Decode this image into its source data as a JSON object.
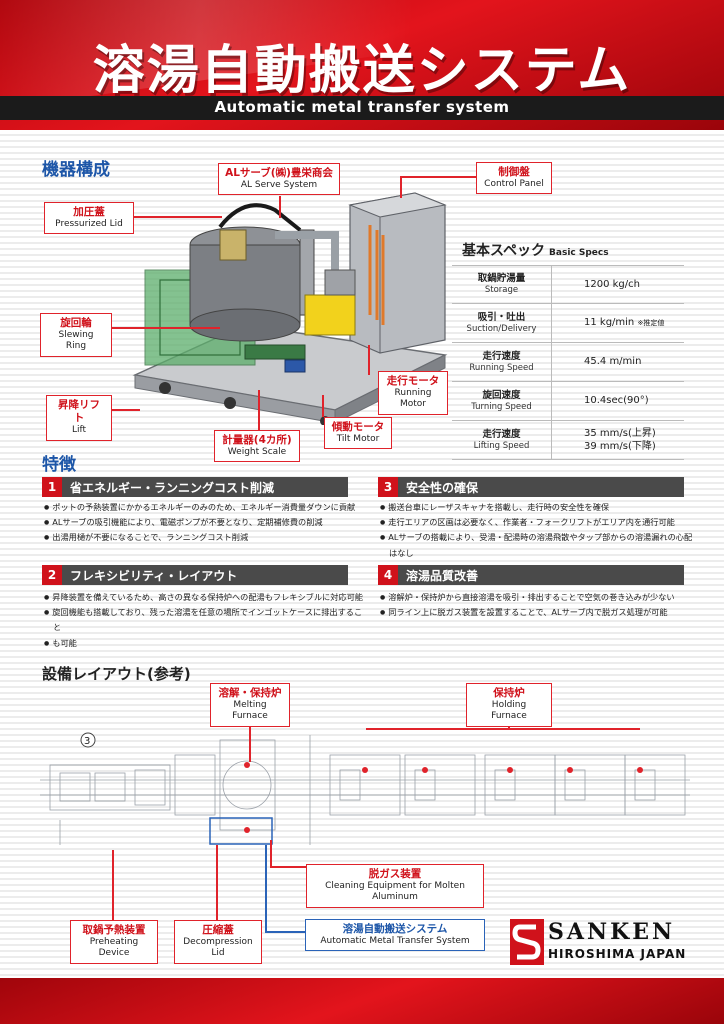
{
  "header": {
    "title": "溶湯自動搬送システム",
    "subtitle": "Automatic metal transfer system"
  },
  "equipment": {
    "heading": "機器構成",
    "callouts": {
      "al_serve": {
        "jp": "ALサーブ(㈱)豊栄商会",
        "en": "AL Serve System"
      },
      "control_panel": {
        "jp": "制御盤",
        "en": "Control Panel"
      },
      "pressurized_lid": {
        "jp": "加圧蓋",
        "en": "Pressurized Lid"
      },
      "slewing_ring": {
        "jp": "旋回輪",
        "en": "Slewing Ring"
      },
      "lift": {
        "jp": "昇降リフト",
        "en": "Lift"
      },
      "weight_scale": {
        "jp": "計量器(4カ所)",
        "en": "Weight Scale"
      },
      "tilt_motor": {
        "jp": "傾動モータ",
        "en": "Tilt Motor"
      },
      "running_motor": {
        "jp": "走行モータ",
        "en": "Running Motor"
      }
    }
  },
  "specs": {
    "title": "基本スペック",
    "title_en": "Basic Specs",
    "rows": [
      {
        "jp": "取鍋貯湯量",
        "en": "Storage",
        "value": "1200 kg/ch",
        "note": ""
      },
      {
        "jp": "吸引・吐出",
        "en": "Suction/Delivery",
        "value": "11 kg/min",
        "note": "※推定値"
      },
      {
        "jp": "走行速度",
        "en": "Running Speed",
        "value": "45.4 m/min",
        "note": ""
      },
      {
        "jp": "旋回速度",
        "en": "Turning Speed",
        "value": "10.4sec(90°)",
        "note": ""
      },
      {
        "jp": "走行速度",
        "en": "Lifting Speed",
        "value": "35 mm/s(上昇)",
        "value2": "39 mm/s(下降)",
        "note": ""
      }
    ]
  },
  "features": {
    "heading": "特徴",
    "items": [
      {
        "num": "1",
        "title": "省エネルギー・ランニングコスト削減",
        "bullets": [
          "ポットの予熱装置にかかるエネルギーのみのため、エネルギー消費量ダウンに貢献",
          "ALサーブの吸引機能により、電磁ポンプが不要となり、定期補修費の削減",
          "出湯用樋が不要になることで、ランニングコスト削減"
        ]
      },
      {
        "num": "2",
        "title": "フレキシビリティ・レイアウト",
        "bullets": [
          "昇降装置を備えているため、高さの異なる保持炉への配湯もフレキシブルに対応可能",
          "旋回機能も搭載しており、残った溶湯を任意の場所でインゴットケースに排出すること",
          "も可能"
        ]
      },
      {
        "num": "3",
        "title": "安全性の確保",
        "bullets": [
          "搬送台車にレーザスキャナを搭載し、走行時の安全性を確保",
          "走行エリアの区画は必要なく、作業者・フォークリフトがエリア内を通行可能",
          "ALサーブの搭載により、受湯・配湯時の溶湯飛散やタップ部からの溶湯漏れの心配はなし"
        ]
      },
      {
        "num": "4",
        "title": "溶湯品質改善",
        "bullets": [
          "溶解炉・保持炉から直接溶湯を吸引・排出することで空気の巻き込みが少ない",
          "同ライン上に脱ガス装置を設置することで、ALサーブ内で脱ガス処理が可能"
        ]
      }
    ]
  },
  "layout": {
    "heading": "設備レイアウト(参考)",
    "drawing_number": "3",
    "callouts": {
      "melting": {
        "jp": "溶解・保持炉",
        "en": "Melting Furnace"
      },
      "holding": {
        "jp": "保持炉",
        "en": "Holding Furnace"
      },
      "degas": {
        "jp": "脱ガス装置",
        "en": "Cleaning Equipment for Molten Aluminum"
      },
      "preheat": {
        "jp": "取鍋予熱装置",
        "en": "Preheating Device"
      },
      "decomp": {
        "jp": "圧縮蓋",
        "en": "Decompression Lid"
      },
      "transfer": {
        "jp": "溶湯自動搬送システム",
        "en": "Automatic Metal Transfer System"
      }
    }
  },
  "brand": {
    "name": "SANKEN",
    "sub": "HIROSHIMA JAPAN"
  },
  "colors": {
    "brand_red": "#e3141c",
    "heading_blue": "#1d56a8",
    "feature_bar": "#4a4a4a"
  }
}
